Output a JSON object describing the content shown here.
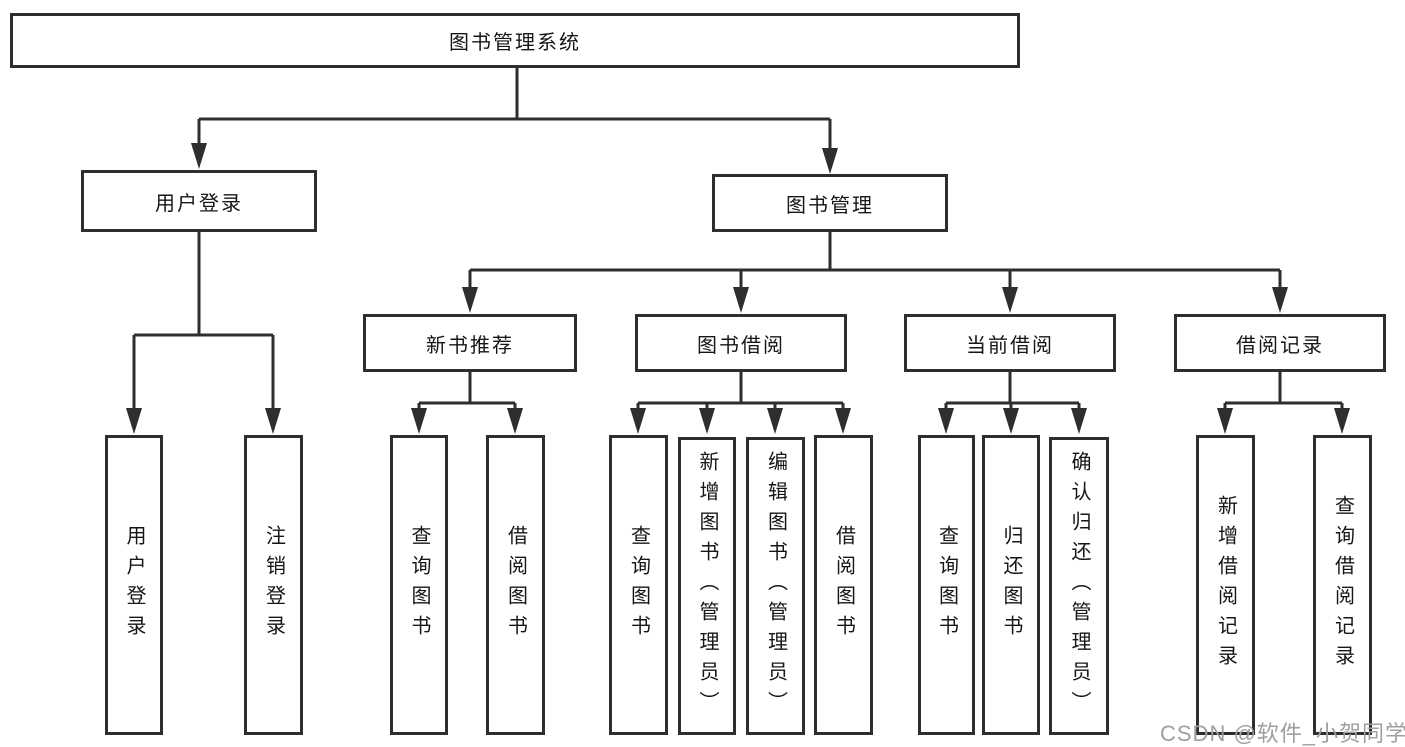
{
  "colors": {
    "line": "#2e2e2e",
    "box_border": "#2e2e2e",
    "text": "#161616",
    "watermark_text": "#9f9f9f",
    "background": "#ffffff"
  },
  "watermark": "CSDN @软件_小贺同学",
  "tree": {
    "root": "图书管理系统",
    "children": [
      {
        "label": "用户登录",
        "children": [
          {
            "label": "用户登录"
          },
          {
            "label": "注销登录"
          }
        ]
      },
      {
        "label": "图书管理",
        "children": [
          {
            "label": "新书推荐",
            "children": [
              {
                "label": "查询图书"
              },
              {
                "label": "借阅图书"
              }
            ]
          },
          {
            "label": "图书借阅",
            "children": [
              {
                "label": "查询图书"
              },
              {
                "label": "新增图书（管理员）"
              },
              {
                "label": "编辑图书（管理员）"
              },
              {
                "label": "借阅图书"
              }
            ]
          },
          {
            "label": "当前借阅",
            "children": [
              {
                "label": "查询图书"
              },
              {
                "label": "归还图书"
              },
              {
                "label": "确认归还（管理员）"
              }
            ]
          },
          {
            "label": "借阅记录",
            "children": [
              {
                "label": "新增借阅记录"
              },
              {
                "label": "查询借阅记录"
              }
            ]
          }
        ]
      }
    ]
  }
}
